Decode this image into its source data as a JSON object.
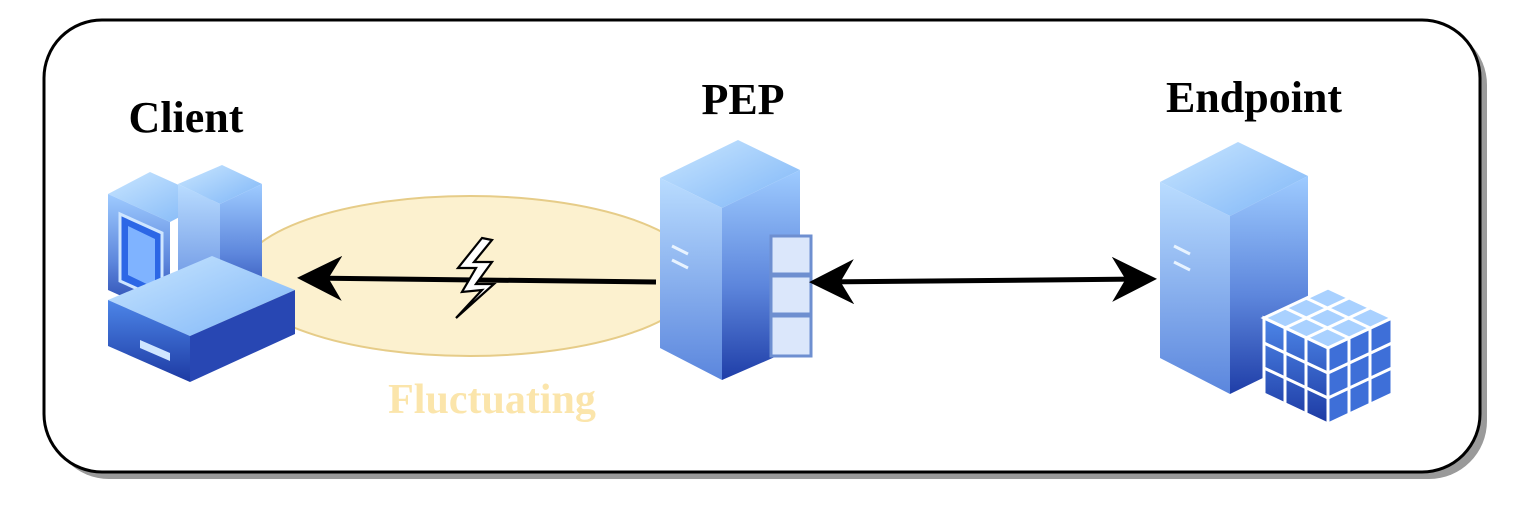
{
  "diagram": {
    "nodes": {
      "client": {
        "label": "Client",
        "icon": "desktop-computer-icon"
      },
      "pep": {
        "label": "PEP",
        "icon": "server-tower-icon"
      },
      "endpoint": {
        "label": "Endpoint",
        "icon": "database-server-icon"
      }
    },
    "link_left": {
      "label": "Fluctuating",
      "icon": "lightning-bolt-icon",
      "direction": "to-client"
    },
    "link_right": {
      "direction": "bidirectional"
    },
    "colors": {
      "frame_stroke": "#000000",
      "frame_shadow": "#9a9a9a",
      "ellipse_fill": "#fcf1cf",
      "ellipse_stroke": "#e6cc88",
      "fluctuating_text": "#fbe5ab",
      "blue_light": "#8fc1fb",
      "blue_mid": "#5f8fe0",
      "blue_dark": "#1f3fa8",
      "arrow": "#000000"
    }
  }
}
